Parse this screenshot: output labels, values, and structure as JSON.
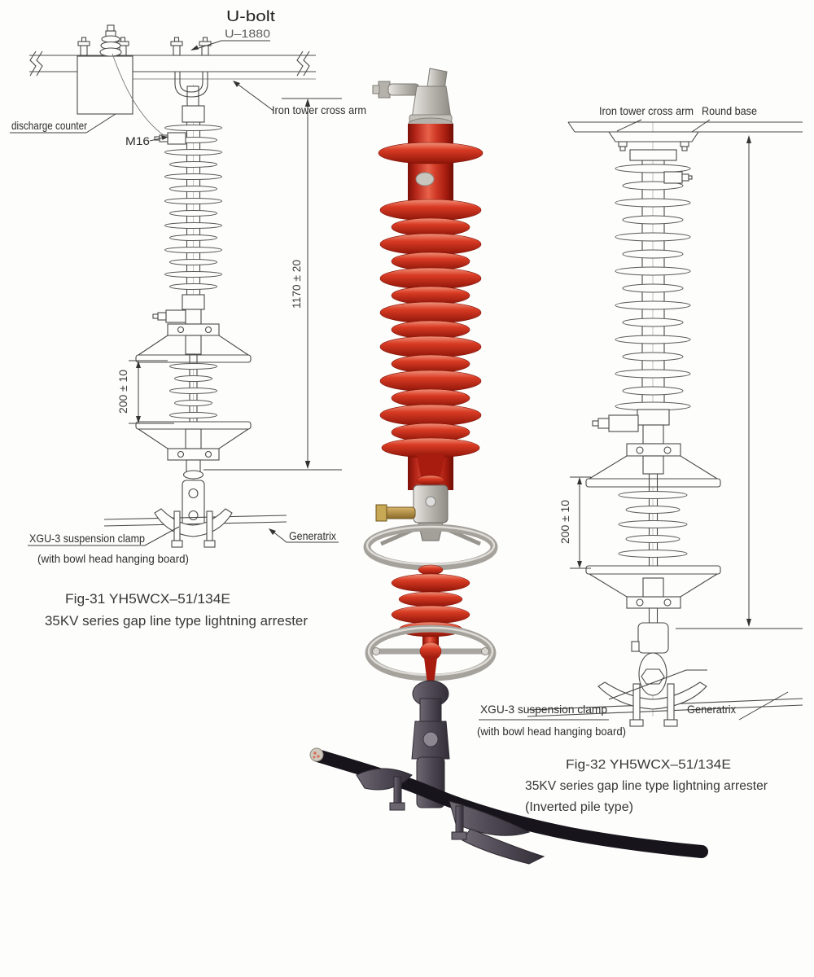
{
  "colors": {
    "arrester_red": "#c8291b",
    "arrester_red_dark": "#8c1408",
    "fitting_silver": "#b9b6b0",
    "clamp_gunmetal": "#4e4954",
    "cable_black": "#17141b",
    "line_art": "#4a4a4a",
    "text": "#2e2e2e",
    "background": "#fdfdfc"
  },
  "fig31": {
    "labels": {
      "u_bolt": "U-bolt",
      "u_model": "U–1880",
      "cross_arm": "Iron tower cross arm",
      "discharge_counter": "discharge counter",
      "m16": "M16",
      "dim_overall": "1170 ± 20",
      "dim_gap": "200 ± 10",
      "clamp": "XGU-3 suspension clamp",
      "clamp_note": "(with bowl head hanging board)",
      "generatrix": "Generatrix"
    },
    "caption": {
      "line1": "Fig-31 YH5WCX–51/134E",
      "line2": "35KV series gap line type lightning arrester"
    }
  },
  "fig32": {
    "labels": {
      "cross_arm": "Iron tower cross arm",
      "round_base": "Round base",
      "dim_gap": "200 ± 10",
      "clamp": "XGU-3 suspension clamp",
      "clamp_note": "(with bowl head hanging board)",
      "generatrix": "Generatrix"
    },
    "caption": {
      "line1": "Fig-32 YH5WCX–51/134E",
      "line2": "35KV series gap line type lightning arrester",
      "line3": "(Inverted pile type)"
    }
  }
}
